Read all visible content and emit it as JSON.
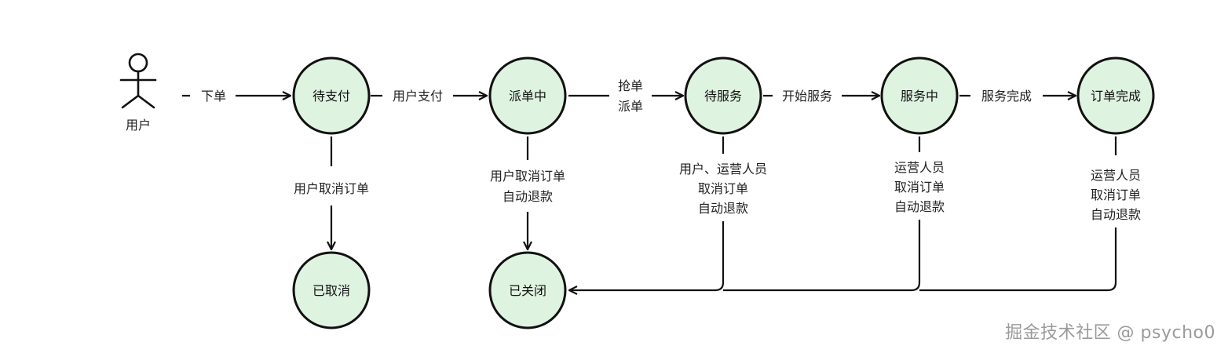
{
  "actor": {
    "label": "用户"
  },
  "nodes": {
    "pending_payment": "待支付",
    "dispatching": "派单中",
    "pending_service": "待服务",
    "in_service": "服务中",
    "completed": "订单完成",
    "cancelled": "已取消",
    "closed": "已关闭"
  },
  "edges": {
    "place_order": "下单",
    "user_pay": "用户支付",
    "grab_order": "抢单",
    "dispatch_order": "派单",
    "start_service": "开始服务",
    "service_done": "服务完成",
    "cancel_from_pending": "用户取消订单",
    "cancel_from_dispatching": [
      "用户取消订单",
      "自动退款"
    ],
    "cancel_from_pending_service": [
      "用户、运营人员",
      "取消订单",
      "自动退款"
    ],
    "cancel_from_in_service": [
      "运营人员",
      "取消订单",
      "自动退款"
    ],
    "cancel_from_completed": [
      "运营人员",
      "取消订单",
      "自动退款"
    ]
  },
  "watermark": "掘金技术社区 @ psycho0",
  "colors": {
    "node_fill": "#dff3e1",
    "stroke": "#111111",
    "watermark": "#9a9a9a"
  }
}
